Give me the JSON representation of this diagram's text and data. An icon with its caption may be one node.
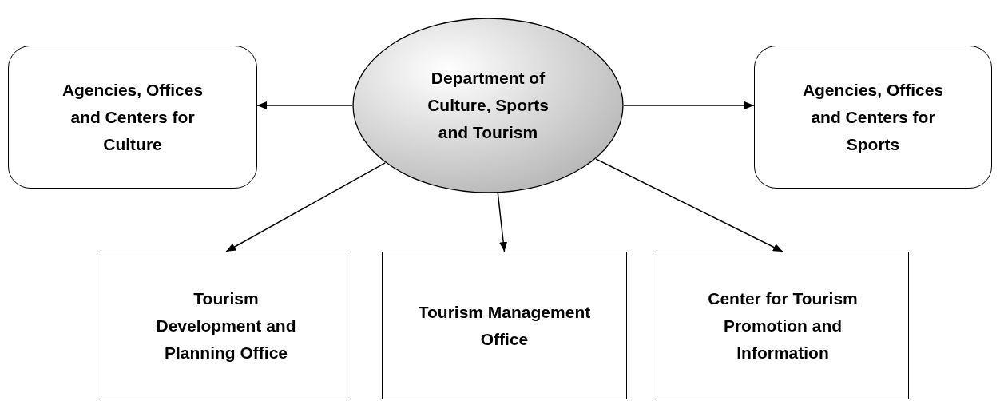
{
  "diagram": {
    "nodes": [
      {
        "text": [
          "Department of Culture, Sports and Tourism"
        ]
      },
      {
        "text": [
          "Agencies, Offices and Centers for Culture"
        ]
      },
      {
        "text": [
          "Agencies, Offices and Centers for Sports"
        ]
      },
      {
        "text": [
          "Tourism Development and Planning Office"
        ]
      },
      {
        "text": [
          "Tourism Management Office"
        ]
      },
      {
        "text": [
          "Center for Tourism Promotion and Information"
        ]
      }
    ],
    "edges": [
      {
        "from": 0,
        "to": 1,
        "arrow": "to"
      },
      {
        "from": 0,
        "to": 2,
        "arrow": "to"
      },
      {
        "from": 0,
        "to": 3,
        "arrow": "to"
      },
      {
        "from": 0,
        "to": 4,
        "arrow": "to"
      },
      {
        "from": 0,
        "to": 5,
        "arrow": "to"
      }
    ]
  }
}
